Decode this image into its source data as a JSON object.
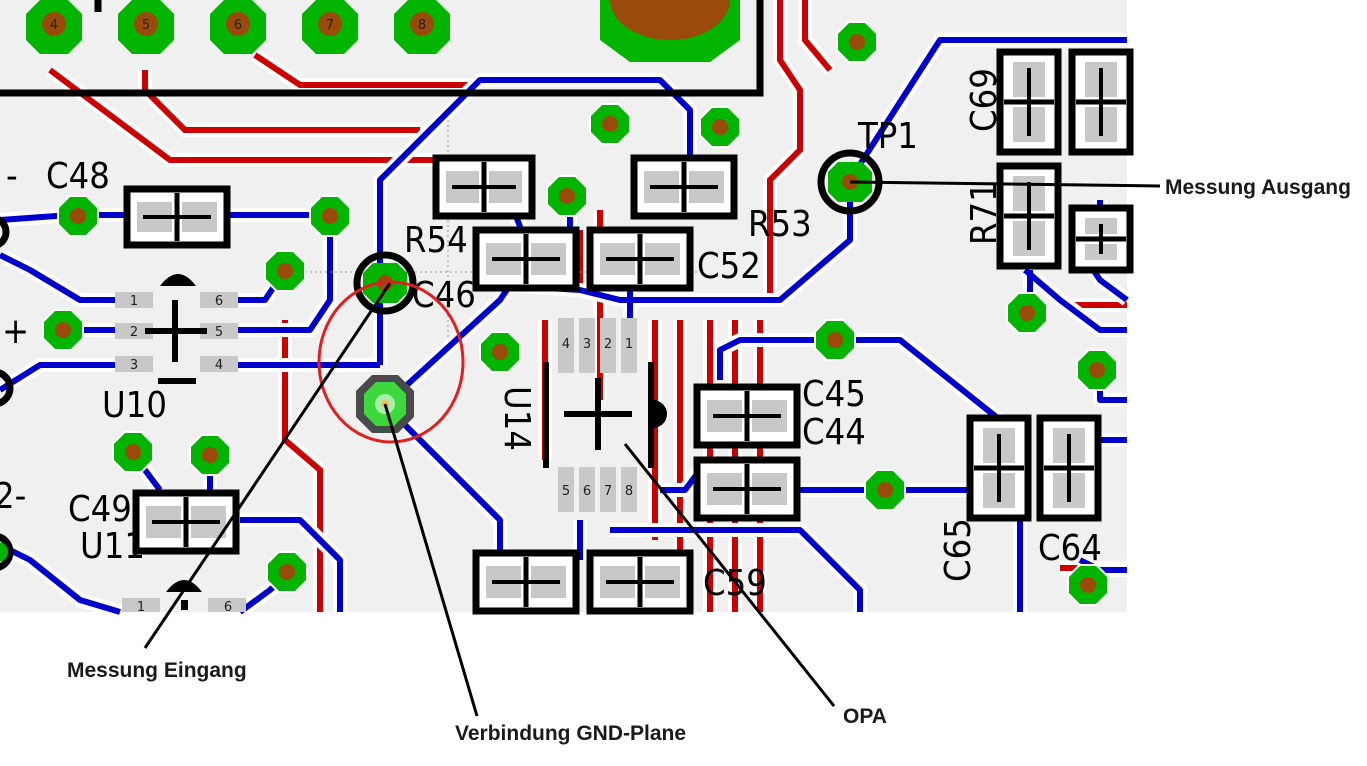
{
  "pcb": {
    "header_pins": [
      "4",
      "5",
      "6",
      "7",
      "8"
    ],
    "designators": [
      "C48",
      "C49",
      "U10",
      "U11",
      "R54",
      "C46",
      "C52",
      "R53",
      "TP1",
      "C69",
      "R71",
      "C45",
      "C44",
      "C65",
      "C64",
      "C59",
      "U14"
    ],
    "net_marks": [
      "-",
      "+",
      "2-"
    ],
    "u10_pins": [
      "1",
      "2",
      "3",
      "4",
      "5",
      "6"
    ],
    "u11_pins": [
      "1",
      "6"
    ],
    "u14_pins_top": [
      "4",
      "3",
      "2",
      "1"
    ],
    "u14_pins_bottom": [
      "5",
      "6",
      "7",
      "8"
    ],
    "pad_numbers": [
      "1",
      "2"
    ]
  },
  "annotations": {
    "output": "Messung Ausgang",
    "input": "Messung Eingang",
    "gnd": "Verbindung GND-Plane",
    "opa": "OPA"
  },
  "colors": {
    "board": "#f0f0f0",
    "trace_top": "#d40000",
    "trace_bottom": "#0000cc",
    "pad_copper": "#00b400",
    "drill": "#9a4a0a",
    "silkscreen": "#000000",
    "highlight_circle": "#e02020"
  }
}
